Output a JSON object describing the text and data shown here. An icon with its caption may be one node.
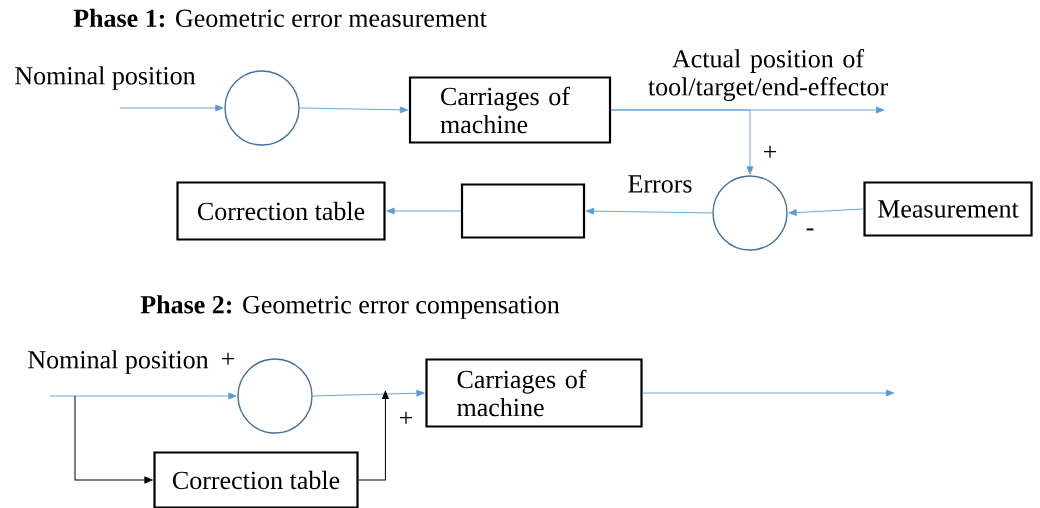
{
  "diagram": {
    "nodes": [
      {
        "text": [],
        "shape": "circle"
      },
      {
        "text": [
          "Carriages of machine"
        ]
      },
      {
        "text": [],
        "shape": "circle"
      },
      {
        "text": [],
        "shape": "box"
      },
      {
        "text": [
          "Correction table"
        ]
      },
      {
        "text": [
          "Measurement"
        ]
      },
      {
        "text": [],
        "shape": "circle"
      },
      {
        "text": [
          "Carriages of machine"
        ]
      },
      {
        "text": [
          "Correction table"
        ]
      }
    ],
    "edges": [
      {
        "from": null,
        "to": 0,
        "arrow": "to",
        "label": "Nominal position"
      },
      {
        "from": 0,
        "to": 1,
        "arrow": "to"
      },
      {
        "from": 1,
        "to": null,
        "arrow": "to",
        "label": "Actual position of tool/target/end-effector"
      },
      {
        "from": 1,
        "to": 2,
        "arrow": "to"
      },
      {
        "from": 5,
        "to": 2,
        "arrow": "to"
      },
      {
        "from": 2,
        "to": 3,
        "arrow": "to",
        "label": "Errors"
      },
      {
        "from": 3,
        "to": 4,
        "arrow": "to"
      },
      {
        "from": null,
        "to": 6,
        "arrow": "to",
        "label": "Nominal position"
      },
      {
        "from": null,
        "to": 8,
        "arrow": "to",
        "color": "#000000"
      },
      {
        "from": 6,
        "to": 7,
        "arrow": "to"
      },
      {
        "from": 8,
        "to": 7,
        "arrow": "to",
        "color": "#000000"
      },
      {
        "from": 7,
        "to": null,
        "arrow": "to"
      }
    ],
    "labels": [
      "**Phase 1:** Geometric error measurement",
      "+",
      "-",
      "**Phase 2:** Geometric error compensation",
      "+",
      "+"
    ]
  }
}
